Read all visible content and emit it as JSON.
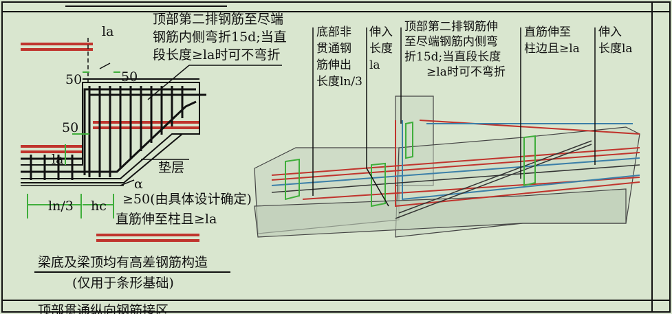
{
  "labels": {
    "la_top": "la",
    "note_left_1": "顶部第二排钢筋至尽端",
    "note_left_2": "钢筋内侧弯折15d;当直",
    "note_left_3": "段长度≥la时可不弯折",
    "dim_50_a": "50",
    "dim_50_b": "50",
    "dim_50_c": "50",
    "la_vertical": "la",
    "pad_label": "垫层",
    "alpha": "α",
    "ge50_note": "≥50(由具体设计确定)",
    "ln3": "ln/3",
    "hc": "hc",
    "straight_note": "直筋伸至柱且≥la",
    "caption_title": "梁底及梁顶均有高差钢筋构造",
    "caption_sub": "(仅用于条形基础)",
    "bottom_text": "顶部贯通纵向钢筋接区"
  },
  "callouts": {
    "c1": [
      "底部非",
      "贯通钢",
      "筋伸出",
      "长度ln/3"
    ],
    "c2": [
      "伸入",
      "长度",
      "la"
    ],
    "c3": [
      "顶部第二排钢筋伸",
      "至尽端钢筋内侧弯",
      "折15d;当直段长度",
      "≥la时可不弯折"
    ],
    "c4": [
      "直筋伸至",
      "柱边且≥la"
    ],
    "c5": [
      "伸入",
      "长度la"
    ]
  },
  "colors": {
    "background": "#d9e6cf",
    "red_bar": "#c0342d",
    "green_dim": "#3fae3b",
    "blue_bar": "#3b7fa8",
    "line": "#111111"
  }
}
